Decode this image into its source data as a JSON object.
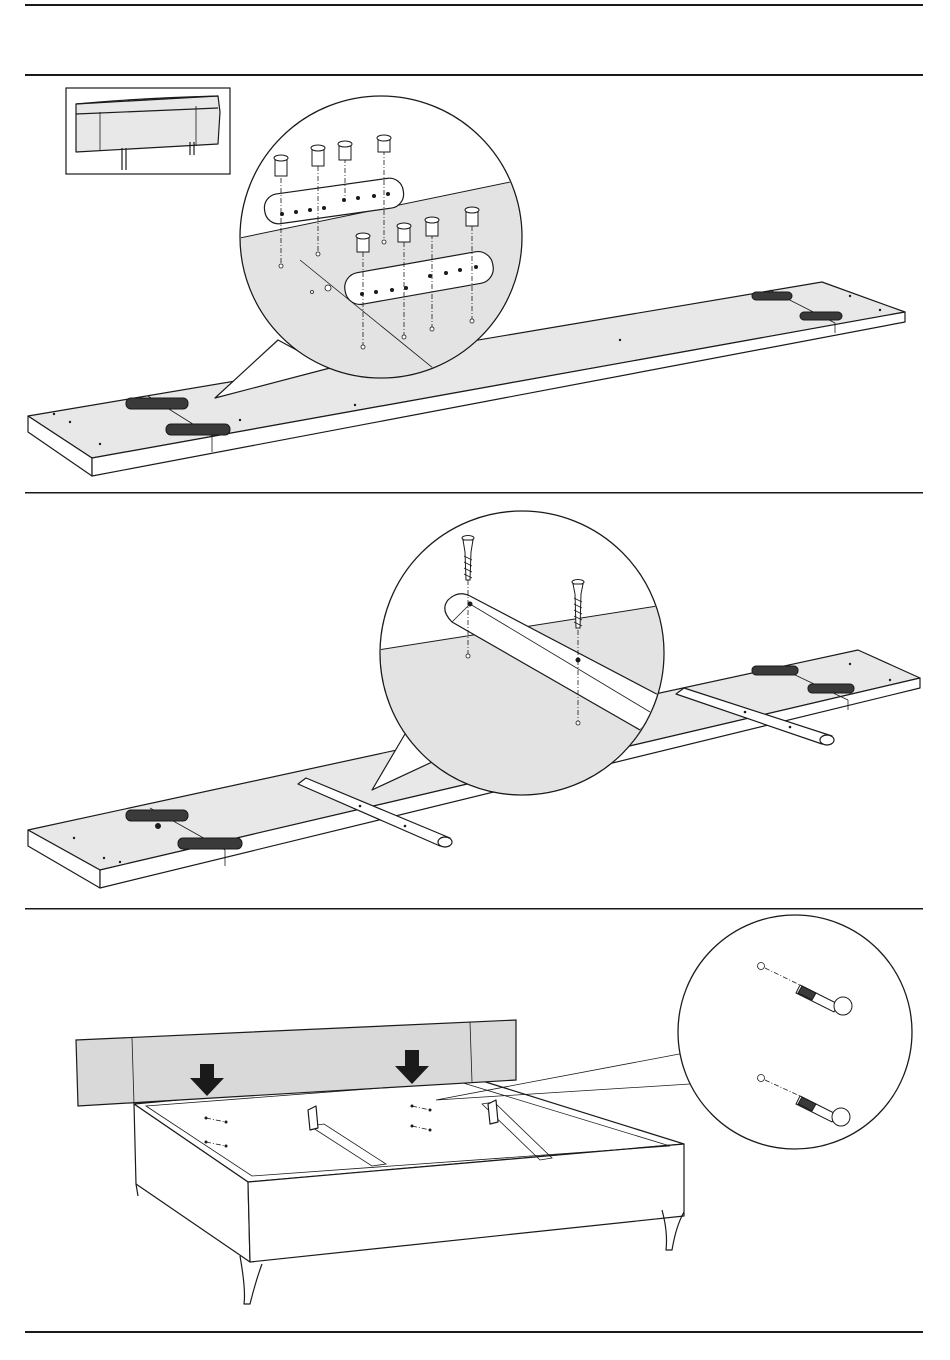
{
  "document": {
    "type": "assembly-instructions",
    "page_width": 950,
    "page_height": 1360
  },
  "steps": [
    {
      "id": "step-1",
      "thumbnail": "headboard-preview",
      "callout": "connector-plates-and-screws"
    },
    {
      "id": "step-2",
      "callout": "support-bar-and-screws"
    },
    {
      "id": "step-3",
      "callout": "bolts-into-frame"
    }
  ]
}
